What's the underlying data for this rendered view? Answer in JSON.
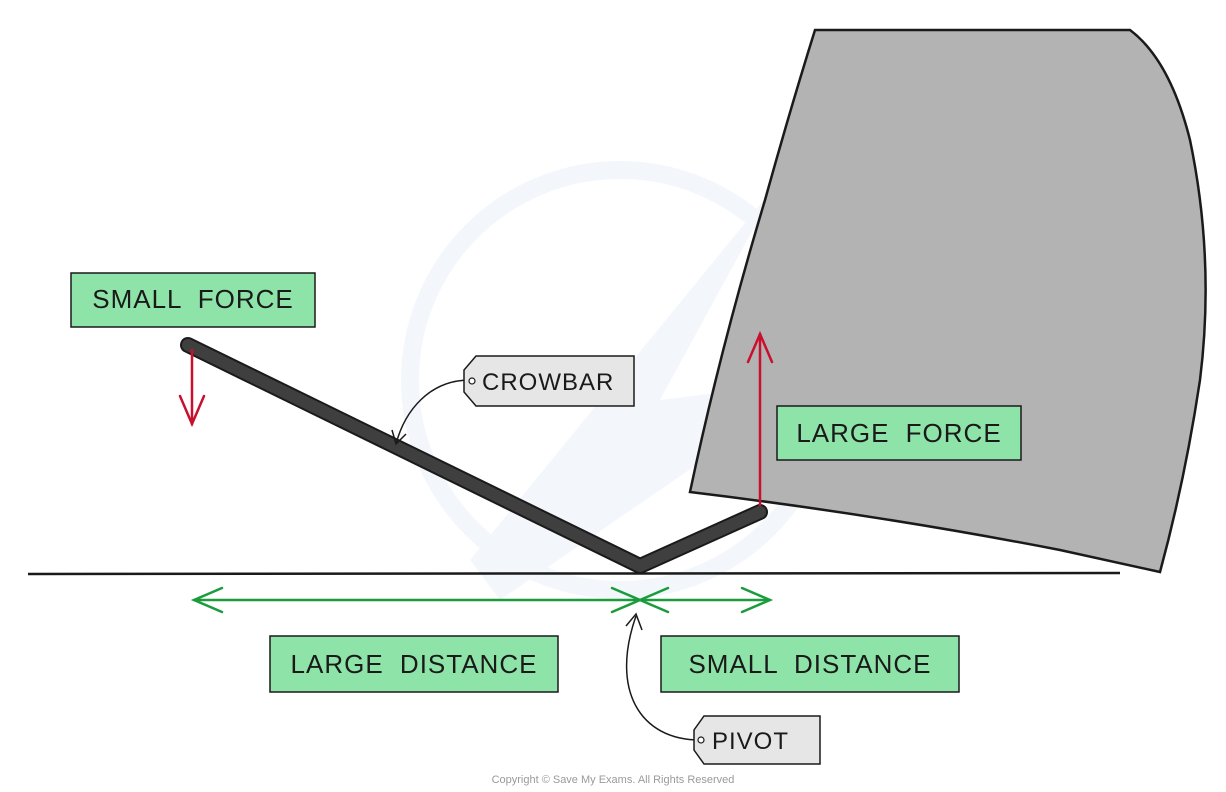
{
  "diagram": {
    "title": "Crowbar lever",
    "labels": {
      "small_force": "SMALL FORCE",
      "large_force": "LARGE FORCE",
      "large_distance": "LARGE DISTANCE",
      "small_distance": "SMALL DISTANCE",
      "crowbar": "CROWBAR",
      "pivot": "PIVOT"
    },
    "copyright": "Copyright © Save My Exams. All Rights Reserved"
  },
  "colors": {
    "label_box_fill": "#8ee3a8",
    "tag_fill": "#e6e6e6",
    "force_arrow": "#c8102e",
    "distance_arrow": "#1a9c3c",
    "crowbar": "#3f3f3f",
    "rock": "#b3b3b3",
    "ground": "#1a1a1a"
  }
}
